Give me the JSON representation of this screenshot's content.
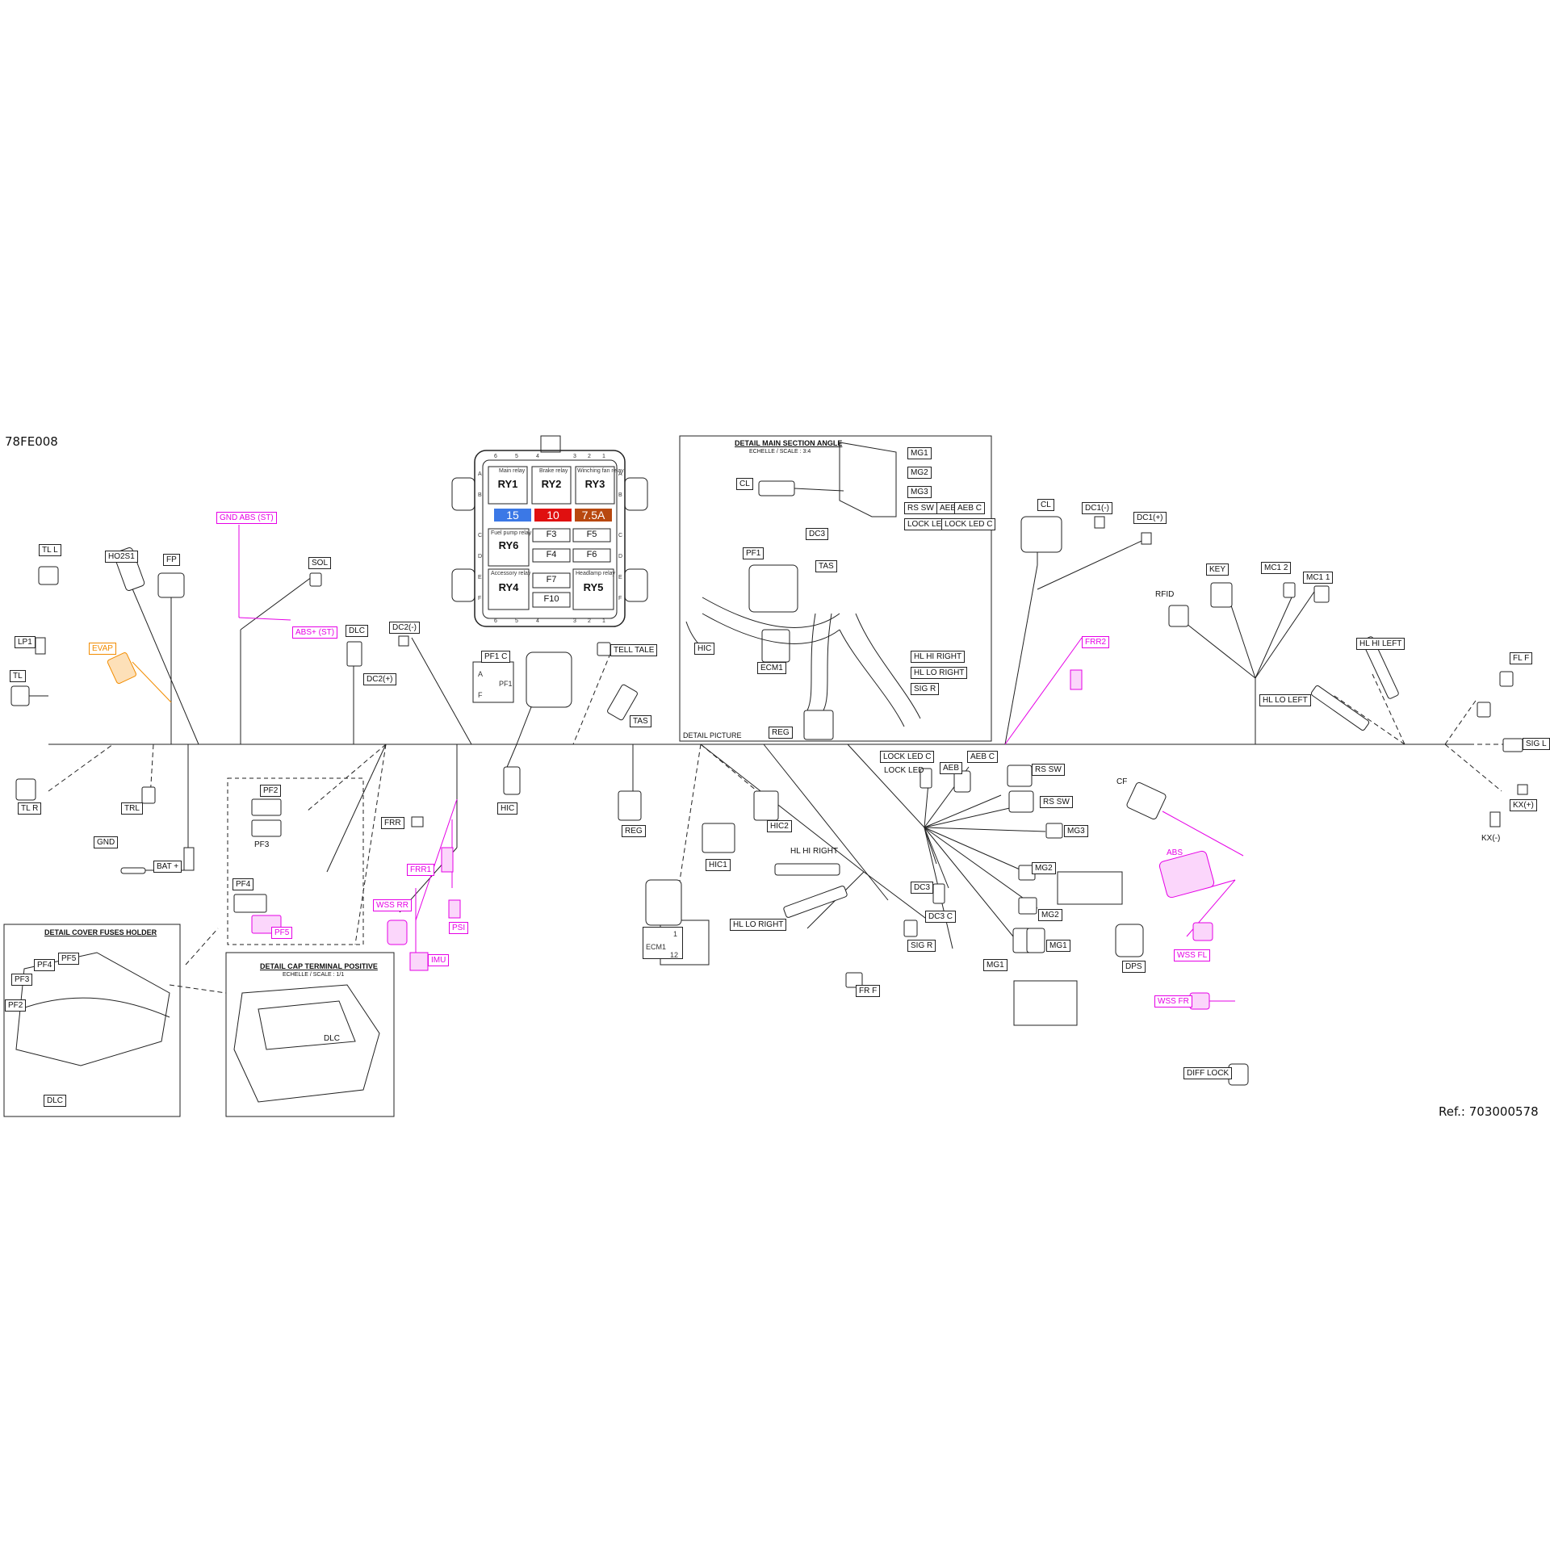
{
  "doc_code": "78FE008",
  "reference": "Ref.:  703000578",
  "colors": {
    "line": "#222222",
    "magenta": "#e600e6",
    "orange": "#f28c00",
    "fuse15": "#3b78e6",
    "fuse10": "#e01010",
    "fuse75": "#b8480f"
  },
  "fusebox": {
    "relays": [
      {
        "id": "RY1",
        "caption": "Main relay"
      },
      {
        "id": "RY2",
        "caption": "Brake relay"
      },
      {
        "id": "RY3",
        "caption": "Winching fan relay"
      },
      {
        "id": "RY6",
        "caption": "Fuel pump relay"
      },
      {
        "id": "RY4",
        "caption": "Accessory relay"
      },
      {
        "id": "RY5",
        "caption": "Headlamp relay"
      }
    ],
    "fuses_small": [
      "F3",
      "F5",
      "F4",
      "F6",
      "F7",
      "F10"
    ],
    "fuse_ratings": [
      "15",
      "10",
      "7.5A"
    ],
    "side_letters": [
      "A",
      "B",
      "C",
      "D",
      "E",
      "F"
    ],
    "pins": [
      "6",
      "5",
      "4",
      "3",
      "2",
      "1"
    ]
  },
  "details": {
    "main_section": {
      "title": "DETAIL MAIN SECTION ANGLE",
      "scale": "ECHELLE / SCALE : 3:4",
      "footer": "DETAIL PICTURE"
    },
    "cover_fuses": {
      "title": "DETAIL COVER FUSES HOLDER"
    },
    "cap_terminal": {
      "title": "DETAIL CAP TERMINAL POSITIVE",
      "scale": "ECHELLE / SCALE : 1/1"
    }
  },
  "pf1_box": {
    "label": "PF1 C",
    "a": "A",
    "pf1": "PF1",
    "f": "F"
  },
  "ecm1_box": {
    "label": "ECM1",
    "p1": "1",
    "p12": "12"
  },
  "labels": {
    "tl_l": "TL L",
    "lp1": "LP1",
    "tl": "TL",
    "ho2s1": "HO2S1",
    "fp": "FP",
    "evap": "EVAP",
    "gnd_abs": "GND ABS (ST)",
    "abs_st": "ABS+ (ST)",
    "sol": "SOL",
    "dlc": "DLC",
    "dc2_minus": "DC2(-)",
    "dc2_plus": "DC2(+)",
    "tl_r": "TL R",
    "trl": "TRL",
    "gnd": "GND",
    "bat": "BAT +",
    "pf2": "PF2",
    "pf3": "PF3",
    "pf4": "PF4",
    "pf5": "PF5",
    "frr": "FRR",
    "frr1": "FRR1",
    "wss_rr": "WSS RR",
    "psi": "PSI",
    "imu": "IMU",
    "hic": "HIC",
    "tell_tale": "TELL TALE",
    "tas": "TAS",
    "reg": "REG",
    "hic1": "HIC1",
    "hic2": "HIC2",
    "hl_hi_right": "HL HI RIGHT",
    "hl_lo_right": "HL LO RIGHT",
    "ecm1": "ECM1",
    "fr_f": "FR F",
    "sig_r": "SIG R",
    "dc3": "DC3",
    "dc3_c": "DC3 C",
    "lock_led_c": "LOCK LED C",
    "lock_led": "LOCK LED",
    "aeb": "AEB",
    "aeb_c": "AEB C",
    "rs_sw": "RS SW",
    "mg3": "MG3",
    "mg2": "MG2",
    "mg1": "MG1",
    "cf": "CF",
    "abs": "ABS",
    "dps": "DPS",
    "wss_fl": "WSS FL",
    "wss_fr": "WSS FR",
    "diff_lock": "DIFF LOCK",
    "cl": "CL",
    "dc1_minus": "DC1(-)",
    "dc1_plus": "DC1(+)",
    "frr2": "FRR2",
    "rfid": "RFID",
    "key": "KEY",
    "mc1_2": "MC1 2",
    "mc1_1": "MC1 1",
    "hl_hi_left": "HL HI LEFT",
    "hl_lo_left": "HL LO LEFT",
    "fl_f": "FL F",
    "sig_l": "SIG L",
    "kx_plus": "KX(+)",
    "kx_minus": "KX(-)",
    "pf1": "PF1",
    "hl_hi_right_d": "HL HI RIGHT",
    "hl_lo_right_d": "HL LO RIGHT",
    "sig_r_d": "SIG R",
    "rs_sw_d": "RS SW",
    "aeb_d": "AEB",
    "aeb_c_d": "AEB C",
    "lock_led_d": "LOCK LED",
    "lock_led_c_d": "LOCK LED C",
    "mg1_d": "MG1",
    "mg2_d": "MG2",
    "mg3_d": "MG3",
    "rs_sw2": "RS SW",
    "mg2b": "MG2",
    "mg1b": "MG1"
  }
}
